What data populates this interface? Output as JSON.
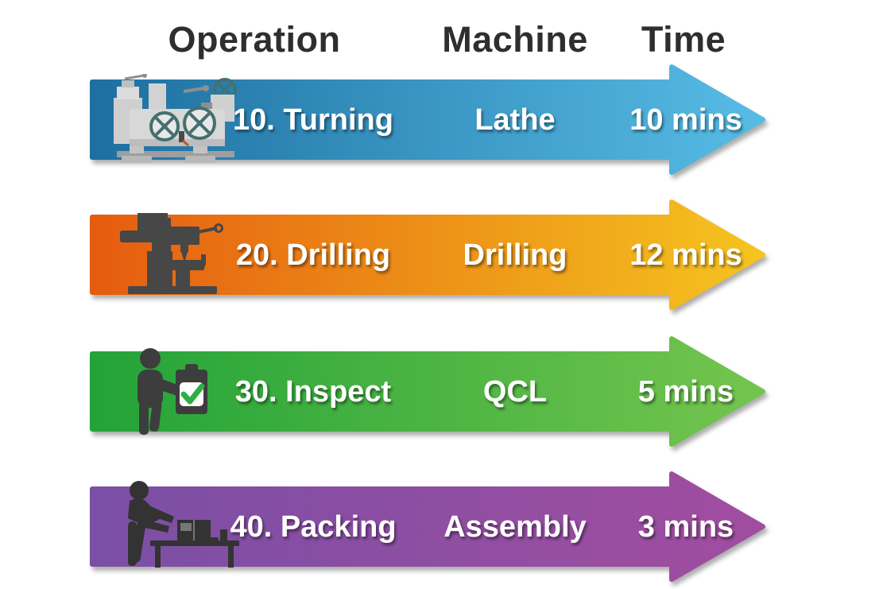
{
  "headers": {
    "operation": "Operation",
    "machine": "Machine",
    "time": "Time"
  },
  "rows": [
    {
      "operation": "10. Turning",
      "machine": "Lathe",
      "time": "10 mins",
      "icon": "lathe-machine-icon",
      "gradient_from": "#1d6fa0",
      "gradient_to": "#57bce5"
    },
    {
      "operation": "20. Drilling",
      "machine": "Drilling",
      "time": "12 mins",
      "icon": "drilling-machine-icon",
      "gradient_from": "#e55c10",
      "gradient_to": "#f5c41f"
    },
    {
      "operation": "30. Inspect",
      "machine": "QCL",
      "time": "5 mins",
      "icon": "inspector-clipboard-icon",
      "gradient_from": "#23a338",
      "gradient_to": "#74c54e"
    },
    {
      "operation": "40. Packing",
      "machine": "Assembly",
      "time": "3 mins",
      "icon": "packing-table-icon",
      "gradient_from": "#7a4fa5",
      "gradient_to": "#a14da0"
    }
  ],
  "colors": {
    "header_text": "#2e2e2e",
    "bar_text": "#ffffff",
    "icon_dark": "#474747",
    "check_green": "#2fae44"
  }
}
